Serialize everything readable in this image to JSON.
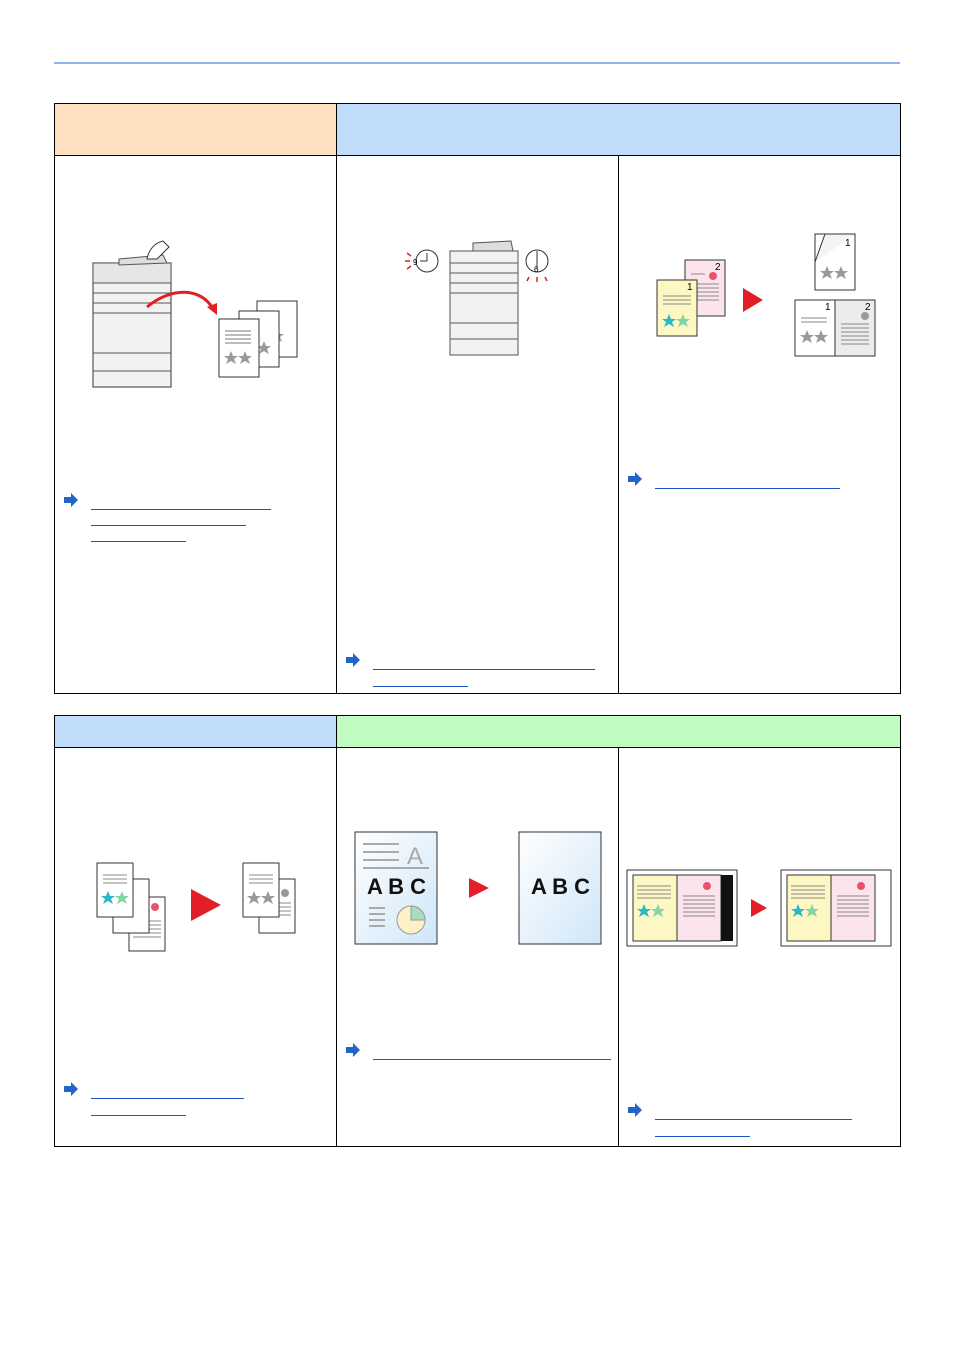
{
  "colors": {
    "header_orange": "#fee0c0",
    "header_blue": "#c0dcfb",
    "header_green": "#c0fcc0",
    "rule": "#8fb4e8",
    "link": "#1a55c8",
    "arrow": "#2264c8",
    "red_arrow": "#e21f26"
  },
  "table1": {
    "cells": [
      {
        "illustration": "original-feed-multi-copy",
        "icon": "copier-icon",
        "links": 3
      },
      {
        "illustration": "scheduled-job-clock",
        "icon": "clock-icon",
        "links": 2
      },
      {
        "illustration": "duplex-booklet",
        "icon": "page-pair-icon",
        "links": 1
      }
    ]
  },
  "table2": {
    "cells": [
      {
        "illustration": "collate-pages",
        "icon": "page-stack-icon",
        "links": 2
      },
      {
        "illustration": "text-to-abc-quality",
        "icon": "abc-text-icon",
        "links": 1
      },
      {
        "illustration": "border-erase",
        "icon": "book-spread-icon",
        "links": 2
      }
    ]
  },
  "labels": {
    "clock_left": "9",
    "clock_right": "6",
    "page_one": "1",
    "page_two": "2",
    "abc": "A B C",
    "letter_a": "A"
  }
}
